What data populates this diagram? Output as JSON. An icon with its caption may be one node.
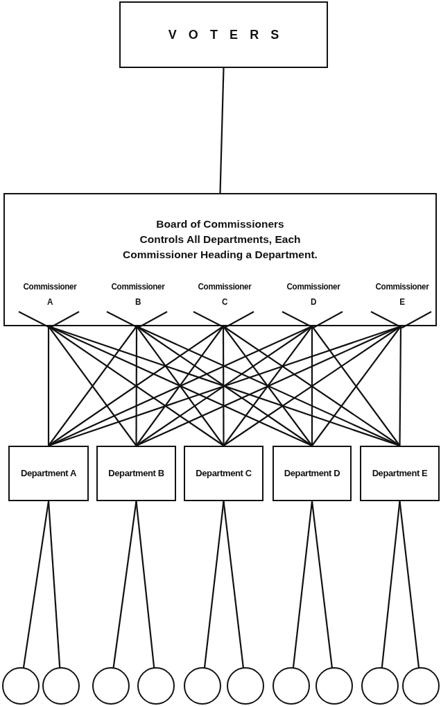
{
  "diagram": {
    "nodes": [
      {
        "text": [
          "VOTERS"
        ]
      },
      {
        "text": [
          "Board of Commissioners",
          "Controls All Departments, Each Commissioner Heading a Department."
        ]
      },
      {
        "text": [
          "Commissioner A"
        ],
        "in": 1
      },
      {
        "text": [
          "Commissioner B"
        ],
        "in": 1
      },
      {
        "text": [
          "Commissioner C"
        ],
        "in": 1
      },
      {
        "text": [
          "Commissioner D"
        ],
        "in": 1
      },
      {
        "text": [
          "Commissioner E"
        ],
        "in": 1
      },
      {
        "text": [
          "Department A"
        ]
      },
      {
        "text": [
          "Department B"
        ]
      },
      {
        "text": [
          "Department C"
        ]
      },
      {
        "text": [
          "Department D"
        ]
      },
      {
        "text": [
          "Department E"
        ]
      },
      {
        "text": [],
        "shape": "circle"
      },
      {
        "text": [],
        "shape": "circle"
      },
      {
        "text": [],
        "shape": "circle"
      },
      {
        "text": [],
        "shape": "circle"
      },
      {
        "text": [],
        "shape": "circle"
      },
      {
        "text": [],
        "shape": "circle"
      },
      {
        "text": [],
        "shape": "circle"
      },
      {
        "text": [],
        "shape": "circle"
      },
      {
        "text": [],
        "shape": "circle"
      },
      {
        "text": [],
        "shape": "circle"
      }
    ],
    "edges": [
      {
        "from": 0,
        "to": 1,
        "arrow": "none"
      },
      {
        "from": 2,
        "to": 7,
        "arrow": "none"
      },
      {
        "from": 2,
        "to": 8,
        "arrow": "none"
      },
      {
        "from": 2,
        "to": 9,
        "arrow": "none"
      },
      {
        "from": 2,
        "to": 10,
        "arrow": "none"
      },
      {
        "from": 2,
        "to": 11,
        "arrow": "none"
      },
      {
        "from": 3,
        "to": 7,
        "arrow": "none"
      },
      {
        "from": 3,
        "to": 8,
        "arrow": "none"
      },
      {
        "from": 3,
        "to": 9,
        "arrow": "none"
      },
      {
        "from": 3,
        "to": 10,
        "arrow": "none"
      },
      {
        "from": 3,
        "to": 11,
        "arrow": "none"
      },
      {
        "from": 4,
        "to": 7,
        "arrow": "none"
      },
      {
        "from": 4,
        "to": 8,
        "arrow": "none"
      },
      {
        "from": 4,
        "to": 9,
        "arrow": "none"
      },
      {
        "from": 4,
        "to": 10,
        "arrow": "none"
      },
      {
        "from": 4,
        "to": 11,
        "arrow": "none"
      },
      {
        "from": 5,
        "to": 7,
        "arrow": "none"
      },
      {
        "from": 5,
        "to": 8,
        "arrow": "none"
      },
      {
        "from": 5,
        "to": 9,
        "arrow": "none"
      },
      {
        "from": 5,
        "to": 10,
        "arrow": "none"
      },
      {
        "from": 5,
        "to": 11,
        "arrow": "none"
      },
      {
        "from": 6,
        "to": 7,
        "arrow": "none"
      },
      {
        "from": 6,
        "to": 8,
        "arrow": "none"
      },
      {
        "from": 6,
        "to": 9,
        "arrow": "none"
      },
      {
        "from": 6,
        "to": 10,
        "arrow": "none"
      },
      {
        "from": 6,
        "to": 11,
        "arrow": "none"
      },
      {
        "from": 7,
        "to": 12,
        "arrow": "none"
      },
      {
        "from": 7,
        "to": 13,
        "arrow": "none"
      },
      {
        "from": 8,
        "to": 14,
        "arrow": "none"
      },
      {
        "from": 8,
        "to": 15,
        "arrow": "none"
      },
      {
        "from": 9,
        "to": 16,
        "arrow": "none"
      },
      {
        "from": 9,
        "to": 17,
        "arrow": "none"
      },
      {
        "from": 10,
        "to": 18,
        "arrow": "none"
      },
      {
        "from": 10,
        "to": 19,
        "arrow": "none"
      },
      {
        "from": 11,
        "to": 20,
        "arrow": "none"
      },
      {
        "from": 11,
        "to": 21,
        "arrow": "none"
      }
    ]
  }
}
